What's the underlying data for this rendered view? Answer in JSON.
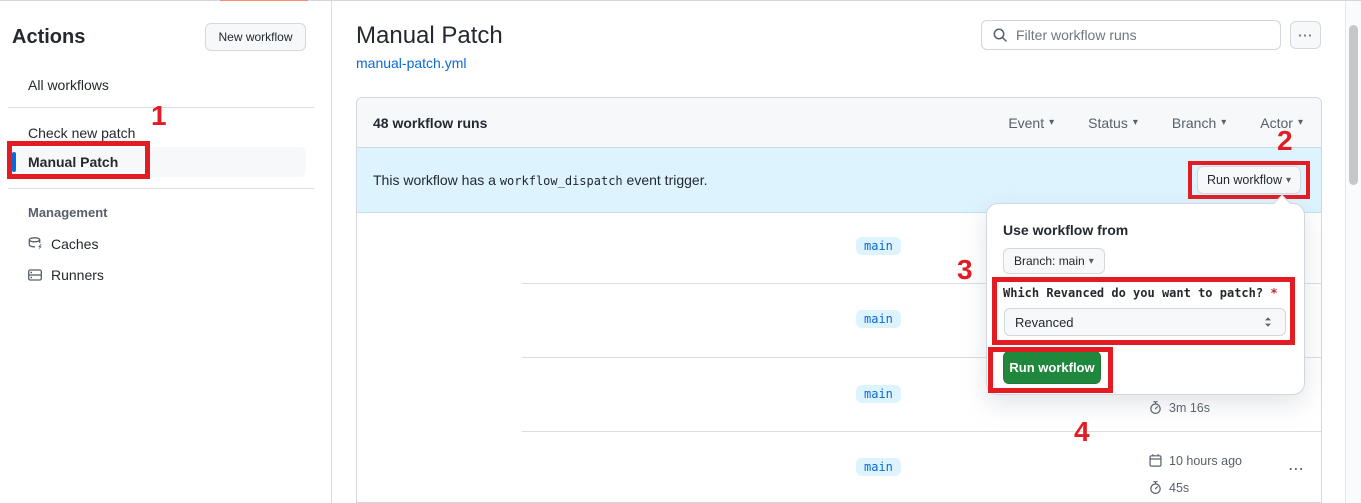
{
  "colors": {
    "accent_blue": "#0969da",
    "banner_bg": "#ddf4ff",
    "annotation_red": "#e31c23",
    "green_button": "#1f883d",
    "tab_indicator_orange": "#fd8c73"
  },
  "icons": {
    "caret_down": "▾",
    "kebab": "⋯"
  },
  "sidebar": {
    "title": "Actions",
    "new_workflow_button": "New workflow",
    "all_workflows": "All workflows",
    "workflows": [
      {
        "label": "Check new patch",
        "selected": false
      },
      {
        "label": "Manual Patch",
        "selected": true
      }
    ],
    "management_label": "Management",
    "management_items": [
      {
        "label": "Caches"
      },
      {
        "label": "Runners"
      }
    ]
  },
  "header": {
    "title": "Manual Patch",
    "file_link": "manual-patch.yml",
    "filter_placeholder": "Filter workflow runs"
  },
  "runs_panel": {
    "count_label": "48 workflow runs",
    "filters": [
      {
        "label": "Event"
      },
      {
        "label": "Status"
      },
      {
        "label": "Branch"
      },
      {
        "label": "Actor"
      }
    ],
    "banner": {
      "text_before": "This workflow has a ",
      "code": "workflow_dispatch",
      "text_after": " event trigger.",
      "run_button": "Run workflow"
    },
    "rows": [
      {
        "branch": "main"
      },
      {
        "branch": "main"
      },
      {
        "branch": "main",
        "duration": "3m 16s"
      },
      {
        "branch": "main",
        "time_ago": "10 hours ago",
        "duration": "45s"
      }
    ]
  },
  "run_dialog": {
    "heading": "Use workflow from",
    "branch_button": "Branch: main",
    "input_label": "Which Revanced do you want to patch?",
    "required_mark": "*",
    "select_value": "Revanced",
    "run_button": "Run workflow"
  },
  "annotations": {
    "step1": "1",
    "step2": "2",
    "step3": "3",
    "step4": "4"
  }
}
